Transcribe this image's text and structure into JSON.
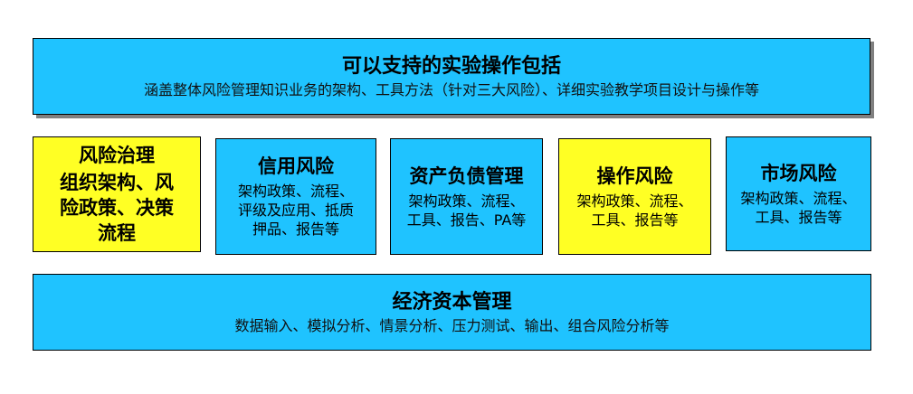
{
  "top": {
    "title": "可以支持的实验操作包括",
    "subtitle": "涵盖整体风险管理知识业务的架构、工具方法（针对三大风险）、详细实验教学项目设计与操作等",
    "color": "#1FC3FF"
  },
  "cards": [
    {
      "title": "风险治理",
      "body": "组织架构、风\n险政策、决策\n流程",
      "color": "#FFFF24"
    },
    {
      "title": "信用风险",
      "body": "架构政策、流程、\n评级及应用、抵质\n押品、报告等",
      "color": "#1FC3FF"
    },
    {
      "title": "资产负债管理",
      "body": "架构政策、流程、\n工具、报告、PA等",
      "color": "#1FC3FF"
    },
    {
      "title": "操作风险",
      "body": "架构政策、流程、\n工具、报告等",
      "color": "#FFFF24"
    },
    {
      "title": "市场风险",
      "body": "架构政策、流程、\n工具、报告等",
      "color": "#1FC3FF"
    }
  ],
  "bottom": {
    "title": "经济资本管理",
    "subtitle": "数据输入、模拟分析、情景分析、压力测试、输出、组合风险分析等",
    "color": "#1FC3FF"
  }
}
